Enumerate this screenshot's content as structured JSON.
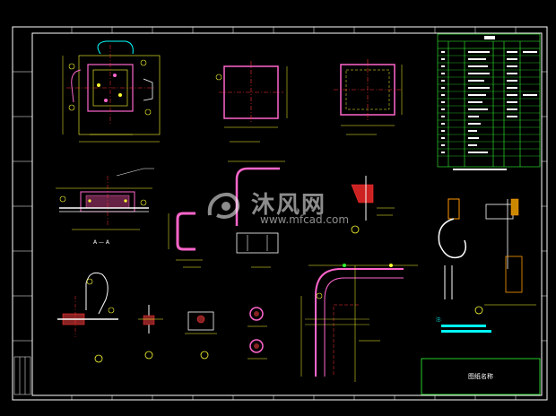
{
  "watermark": {
    "brand": "沐风网",
    "url": "www.mfcad.com"
  },
  "title_block": {
    "title": "图纸名称"
  },
  "section_labels": {
    "a_a": "A — A",
    "note_header": "注:"
  },
  "colors": {
    "background": "#000000",
    "frame": "#ffffff",
    "dimension": "#ffff33",
    "centerline": "#ff3333",
    "object": "#ff66cc",
    "table": "#33ff33",
    "hidden": "#00ffff",
    "accent": "#ff9900"
  }
}
